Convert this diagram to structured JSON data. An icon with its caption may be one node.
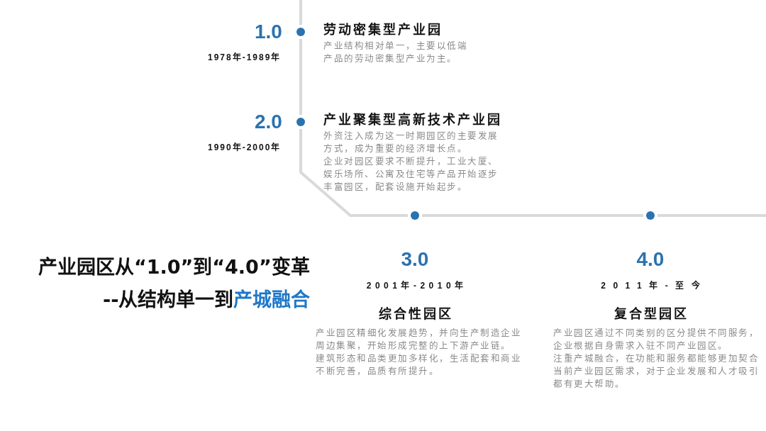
{
  "diagram": {
    "title": "产业园区从“1.0”到“4.0”变革",
    "nodes": [
      {
        "text": [],
        "shape": "circle",
        "beside": [
          "1.0",
          "1978年-1989年",
          "劳动密集型产业园",
          "产业结构相对单一，主要以低端产品的劳动密集型产业为主。"
        ]
      },
      {
        "text": [],
        "shape": "circle",
        "beside": [
          "2.0",
          "1990年-2000年",
          "产业聚集型高新技术产业园",
          "外资注入成为这一时期园区的主要发展方式，成为重要的经济增长点。",
          "企业对园区要求不断提升，工业大厦、娱乐场所、公寓及住宅等产品开始逐步丰富园区，配套设施开始起步。"
        ]
      },
      {
        "text": [],
        "shape": "circle",
        "beside": [
          "3.0",
          "2001年-2010年",
          "综合性园区",
          "产业园区精细化发展趋势，并向生产制造企业周边集聚，开始形成完整的上下游产业链。",
          "建筑形态和品类更加多样化，生活配套和商业不断完善，品质有所提升。"
        ]
      },
      {
        "text": [],
        "shape": "circle",
        "beside": [
          "4.0",
          "2011年-至今",
          "复合型园区",
          "产业园区通过不同类别的区分提供不同服务，企业根据自身需求入驻不同产业园区。",
          "注重产城融合，在功能和服务都能够更加契合当前产业园区需求，对于企业发展和人才吸引都有更大帮助。"
        ]
      }
    ],
    "edges": [
      {
        "from": null,
        "to": 0,
        "arrow": "none"
      },
      {
        "from": 0,
        "to": 1,
        "arrow": "none"
      },
      {
        "from": 1,
        "to": 2,
        "arrow": "none"
      },
      {
        "from": 2,
        "to": 3,
        "arrow": "none"
      },
      {
        "from": 3,
        "to": null,
        "arrow": "none"
      }
    ],
    "labels": [
      "--从结构单一到**产城融合**"
    ]
  }
}
